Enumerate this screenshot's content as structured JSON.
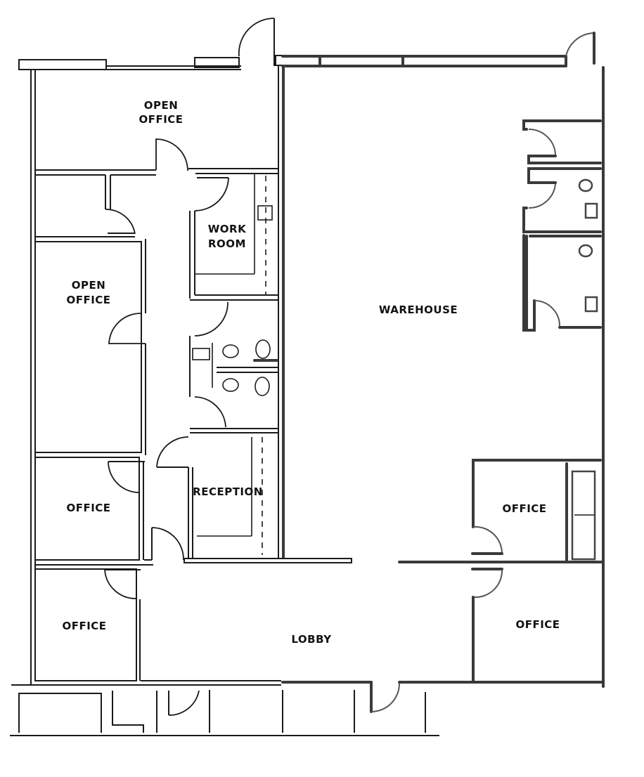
{
  "floor_plan": {
    "rooms": [
      {
        "id": "open-office-top",
        "label_lines": [
          "OPEN",
          "OFFICE"
        ]
      },
      {
        "id": "work-room",
        "label_lines": [
          "WORK",
          "ROOM"
        ]
      },
      {
        "id": "open-office-mid",
        "label_lines": [
          "OPEN",
          "OFFICE"
        ]
      },
      {
        "id": "reception",
        "label_lines": [
          "RECEPTION"
        ]
      },
      {
        "id": "office-left-upper",
        "label_lines": [
          "OFFICE"
        ]
      },
      {
        "id": "office-left-lower",
        "label_lines": [
          "OFFICE"
        ]
      },
      {
        "id": "lobby",
        "label_lines": [
          "LOBBY"
        ]
      },
      {
        "id": "warehouse",
        "label_lines": [
          "WAREHOUSE"
        ]
      },
      {
        "id": "office-right-upper",
        "label_lines": [
          "OFFICE"
        ]
      },
      {
        "id": "office-right-lower",
        "label_lines": [
          "OFFICE"
        ]
      }
    ],
    "colors": {
      "wall": "#1a1a1a",
      "warehouse_wall": "#3a3a3a",
      "background": "#ffffff",
      "label": "#111111"
    }
  }
}
